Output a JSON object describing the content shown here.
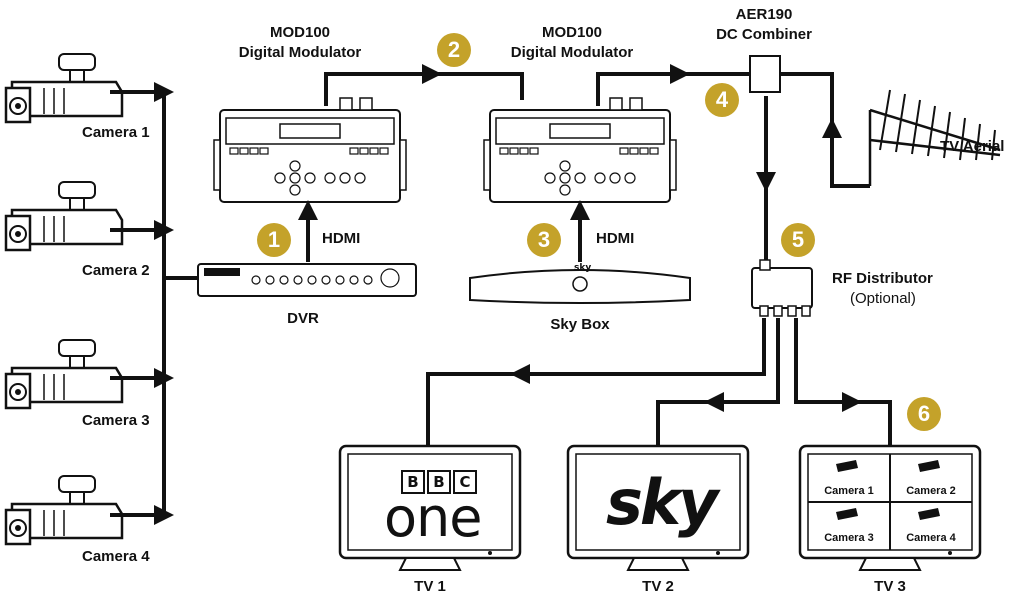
{
  "cameras": [
    {
      "label": "Camera 1"
    },
    {
      "label": "Camera 2"
    },
    {
      "label": "Camera 3"
    },
    {
      "label": "Camera 4"
    }
  ],
  "modulator1": {
    "title": "MOD100",
    "subtitle": "Digital Modulator"
  },
  "modulator2": {
    "title": "MOD100",
    "subtitle": "Digital Modulator"
  },
  "combiner": {
    "title": "AER190",
    "subtitle": "DC Combiner"
  },
  "aerial": {
    "label": "TV Aerial"
  },
  "distributor": {
    "title": "RF Distributor",
    "subtitle": "(Optional)"
  },
  "dvr": {
    "label": "DVR"
  },
  "skybox": {
    "label": "Sky Box",
    "brand": "sky"
  },
  "hdmi1": {
    "label": "HDMI"
  },
  "hdmi2": {
    "label": "HDMI"
  },
  "badges": [
    "1",
    "2",
    "3",
    "4",
    "5",
    "6"
  ],
  "tvs": [
    {
      "label": "TV 1",
      "screen_top": [
        "B",
        "B",
        "C"
      ],
      "screen_main": "one"
    },
    {
      "label": "TV 2",
      "screen_main": "sky"
    },
    {
      "label": "TV 3",
      "quad": [
        "Camera 1",
        "Camera 2",
        "Camera 3",
        "Camera 4"
      ]
    }
  ],
  "colors": {
    "badge": "#c4a22a",
    "cable": "#111111"
  }
}
